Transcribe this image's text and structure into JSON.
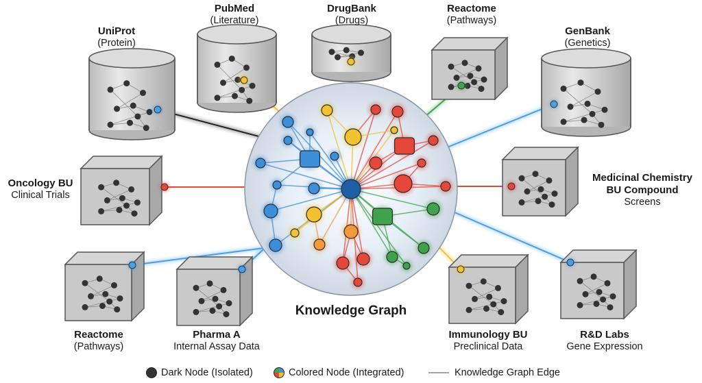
{
  "title": "Knowledge Graph",
  "sources": [
    {
      "id": "uniprot",
      "title": "UniProt",
      "subtitle": "(Protein)",
      "shape": "cylinder",
      "link_color": "#1f1f1f",
      "link_node_color": "#4a9ee3"
    },
    {
      "id": "pubmed",
      "title": "PubMed",
      "subtitle": "(Literature)",
      "shape": "cylinder",
      "link_color": "#f2c230",
      "link_node_color": "#f2c230"
    },
    {
      "id": "drugbank",
      "title": "DrugBank",
      "subtitle": "(Drugs)",
      "shape": "cylinder",
      "link_color": "#f2c230",
      "link_node_color": "#f2c230"
    },
    {
      "id": "reactome-top",
      "title": "Reactome",
      "subtitle": "(Pathways)",
      "shape": "cube",
      "link_color": "#3fa34d",
      "link_node_color": "#3fa34d"
    },
    {
      "id": "genbank",
      "title": "GenBank",
      "subtitle": "(Genetics)",
      "shape": "cylinder",
      "link_color": "#4a9ee3",
      "link_node_color": "#4a9ee3"
    },
    {
      "id": "oncology",
      "title": "Oncology BU",
      "subtitle": "Clinical Trials",
      "shape": "cube",
      "link_color": "#e5483b",
      "link_node_color": "#e5483b"
    },
    {
      "id": "medchem",
      "title": "Medicinal Chemistry BU Compound",
      "subtitle": "Screens",
      "shape": "cube",
      "link_color": "#e5483b",
      "link_node_color": "#e5483b"
    },
    {
      "id": "reactome-bottom",
      "title": "Reactome",
      "subtitle": "(Pathways)",
      "shape": "cube",
      "link_color": "#4a9ee3",
      "link_node_color": "#4a9ee3"
    },
    {
      "id": "pharma",
      "title": "Pharma A",
      "subtitle": "Internal Assay Data",
      "shape": "cube",
      "link_color": "#4a9ee3",
      "link_node_color": "#4a9ee3"
    },
    {
      "id": "immunology",
      "title": "Immunology BU",
      "subtitle": "Preclinical Data",
      "shape": "cube",
      "link_color": "#f2c230",
      "link_node_color": "#f2c230"
    },
    {
      "id": "rd",
      "title": "R&D Labs",
      "subtitle": "Gene Expression",
      "shape": "cube",
      "link_color": "#4a9ee3",
      "link_node_color": "#4a9ee3"
    }
  ],
  "legend": [
    {
      "kind": "dark",
      "label": "Dark Node (Isolated)"
    },
    {
      "kind": "colored",
      "label": "Colored Node (Integrated)"
    },
    {
      "kind": "edge",
      "label": "Knowledge Graph Edge"
    }
  ],
  "colors": {
    "blue": "#3d8fd9",
    "yellow": "#f2c230",
    "red": "#e5483b",
    "orange": "#f29a3a",
    "green": "#3fa34d",
    "dark_node": "#333333",
    "hub": "#1e5fa6"
  }
}
